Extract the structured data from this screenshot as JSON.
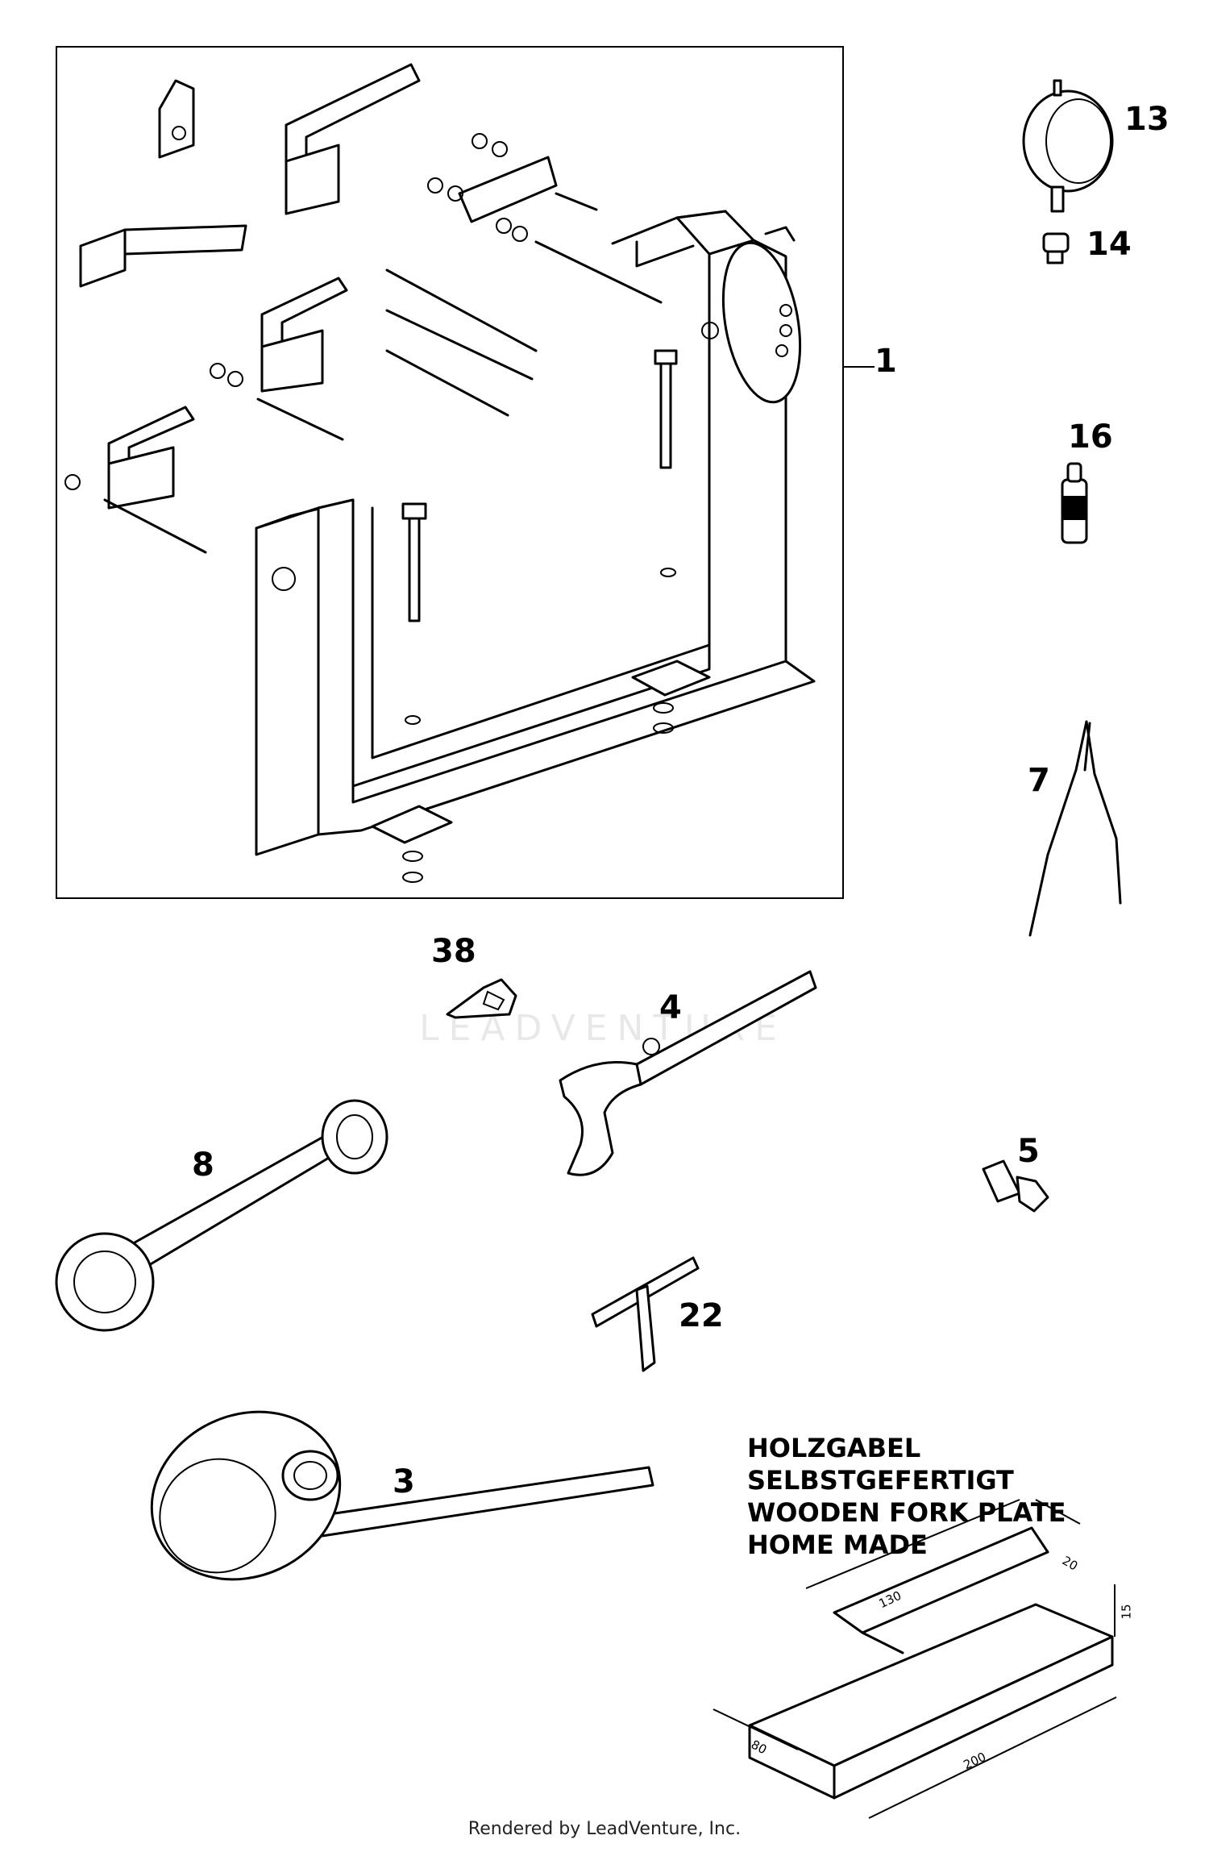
{
  "callouts": {
    "c1": "1",
    "c13": "13",
    "c14": "14",
    "c16": "16",
    "c7": "7",
    "c38": "38",
    "c4": "4",
    "c8": "8",
    "c5": "5",
    "c22": "22",
    "c3": "3"
  },
  "note": {
    "line1": "HOLZGABEL",
    "line2": "SELBSTGEFERTIGT",
    "line3": "WOODEN FORK PLATE",
    "line4": "HOME MADE"
  },
  "dimensions": {
    "d130": "130",
    "d20": "20",
    "d15": "15",
    "d80": "80",
    "d200": "200"
  },
  "watermark": "LEADVENTURE",
  "footer": "Rendered by LeadVenture, Inc."
}
